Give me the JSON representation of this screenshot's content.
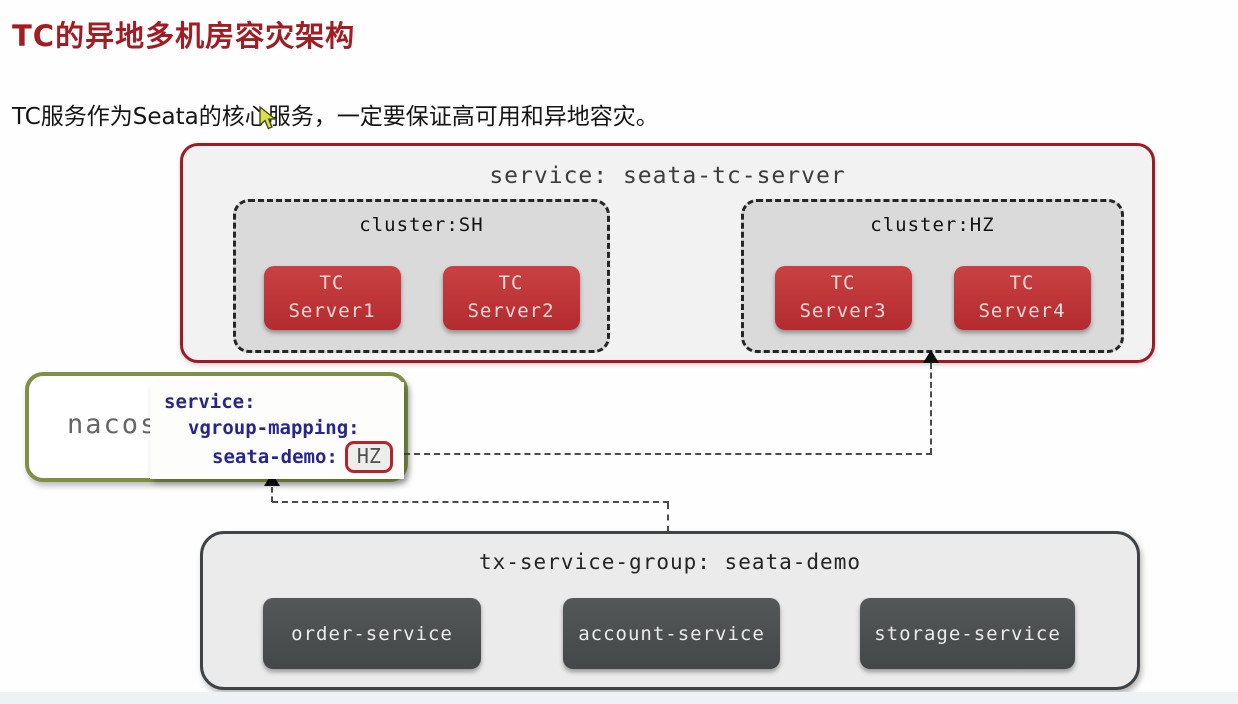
{
  "slide": {
    "title": "TC的异地多机房容灾架构",
    "subtitle": "TC服务作为Seata的核心服务，一定要保证高可用和异地容灾。"
  },
  "tc_server_panel": {
    "title": "service: seata-tc-server",
    "clusters": [
      {
        "label": "cluster:SH",
        "servers": [
          {
            "line1": "TC",
            "line2": "Server1"
          },
          {
            "line1": "TC",
            "line2": "Server2"
          }
        ]
      },
      {
        "label": "cluster:HZ",
        "servers": [
          {
            "line1": "TC",
            "line2": "Server3"
          },
          {
            "line1": "TC",
            "line2": "Server4"
          }
        ]
      }
    ]
  },
  "nacos_panel": {
    "label": "nacos",
    "config": {
      "line1": "service:",
      "line2": "vgroup-mapping:",
      "line3": "seata-demo:",
      "mapped_cluster": "HZ"
    }
  },
  "service_group_panel": {
    "title": "tx-service-group: seata-demo",
    "services": [
      {
        "label": "order-service"
      },
      {
        "label": "account-service"
      },
      {
        "label": "storage-service"
      }
    ]
  },
  "colors": {
    "title_red": "#a01d24",
    "panel_border_red": "#9b1b27",
    "server_box_red": "#c03538",
    "nacos_border_green": "#7e9045",
    "config_text_navy": "#26268c",
    "hz_chip_border_red": "#b5242c",
    "service_box_slate": "#4b4f50"
  }
}
